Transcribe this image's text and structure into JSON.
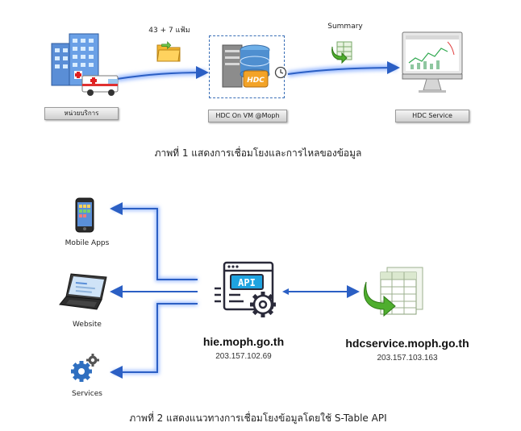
{
  "figure1": {
    "nodes": {
      "provider": "หน่วยบริการ",
      "hdc_vm": "HDC On VM @Moph",
      "hdc_service": "HDC Service"
    },
    "arrows": {
      "files_label": "43 + 7 แฟ้ม",
      "summary_label": "Summary"
    },
    "caption": "ภาพที่ 1 แสดงการเชื่อมโยงและการไหลของข้อมูล"
  },
  "figure2": {
    "clients": {
      "mobile": "Mobile Apps",
      "website": "Website",
      "services": "Services"
    },
    "api_badge": "API",
    "hie": {
      "host": "hie.moph.go.th",
      "ip": "203.157.102.69"
    },
    "hdcservice": {
      "host": "hdcservice.moph.go.th",
      "ip": "203.157.103.163"
    },
    "caption": "ภาพที่ 2 แสดงแนวทางการเชื่อมโยงข้อมูลโดยใช้ S-Table API"
  },
  "colors": {
    "arrow_blue": "#2b5fc4",
    "flow_glow": "#8fb4ff",
    "green": "#5aa83a"
  }
}
